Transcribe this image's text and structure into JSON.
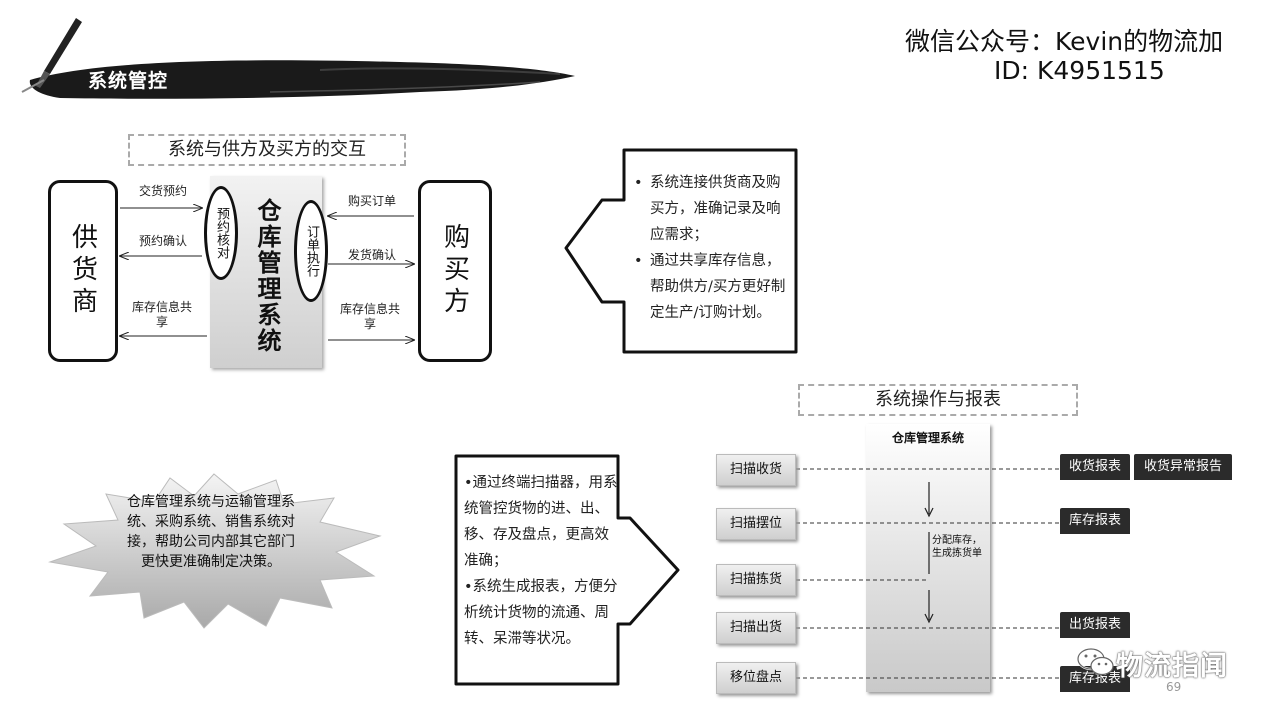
{
  "header": {
    "section_title": "系统管控",
    "wechat_line": "微信公众号：Kevin的物流加",
    "id_line": "ID: K4951515"
  },
  "top_diagram": {
    "caption": "系统与供方及买方的交互",
    "supplier": "供货商",
    "buyer": "购买方",
    "wms": "仓库管理系统",
    "left_oval": "预约核对",
    "right_oval": "订单执行",
    "left_arrows": [
      "交货预约",
      "预约确认",
      "库存信息共享"
    ],
    "right_arrows": [
      "购买订单",
      "发货确认",
      "库存信息共享"
    ],
    "bullets": [
      "系统连接供货商及购买方，准确记录及响应需求；",
      "通过共享库存信息，帮助供方/买方更好制定生产/订购计划。"
    ]
  },
  "starburst": {
    "text": "仓库管理系统与运输管理系统、采购系统、销售系统对接，帮助公司内部其它部门更快更准确制定决策。"
  },
  "middle_box": {
    "lines": [
      "•通过终端扫描器，用系统管控货物的进、出、移、存及盘点，更高效准确；",
      "•系统生成报表，方便分析统计货物的流通、周转、呆滞等状况。"
    ]
  },
  "bottom_diagram": {
    "caption": "系统操作与报表",
    "wms": "仓库管理系统",
    "steps": [
      "扫描收货",
      "扫描摆位",
      "扫描拣货",
      "扫描出货",
      "移位盘点"
    ],
    "allocate_note": "分配库存，生成拣货单",
    "reports": [
      "收货报表",
      "收货异常报告",
      "库存报表",
      "出货报表",
      "库存报表"
    ]
  },
  "footer": {
    "watermark": "物流指闻",
    "page_number": "69"
  }
}
